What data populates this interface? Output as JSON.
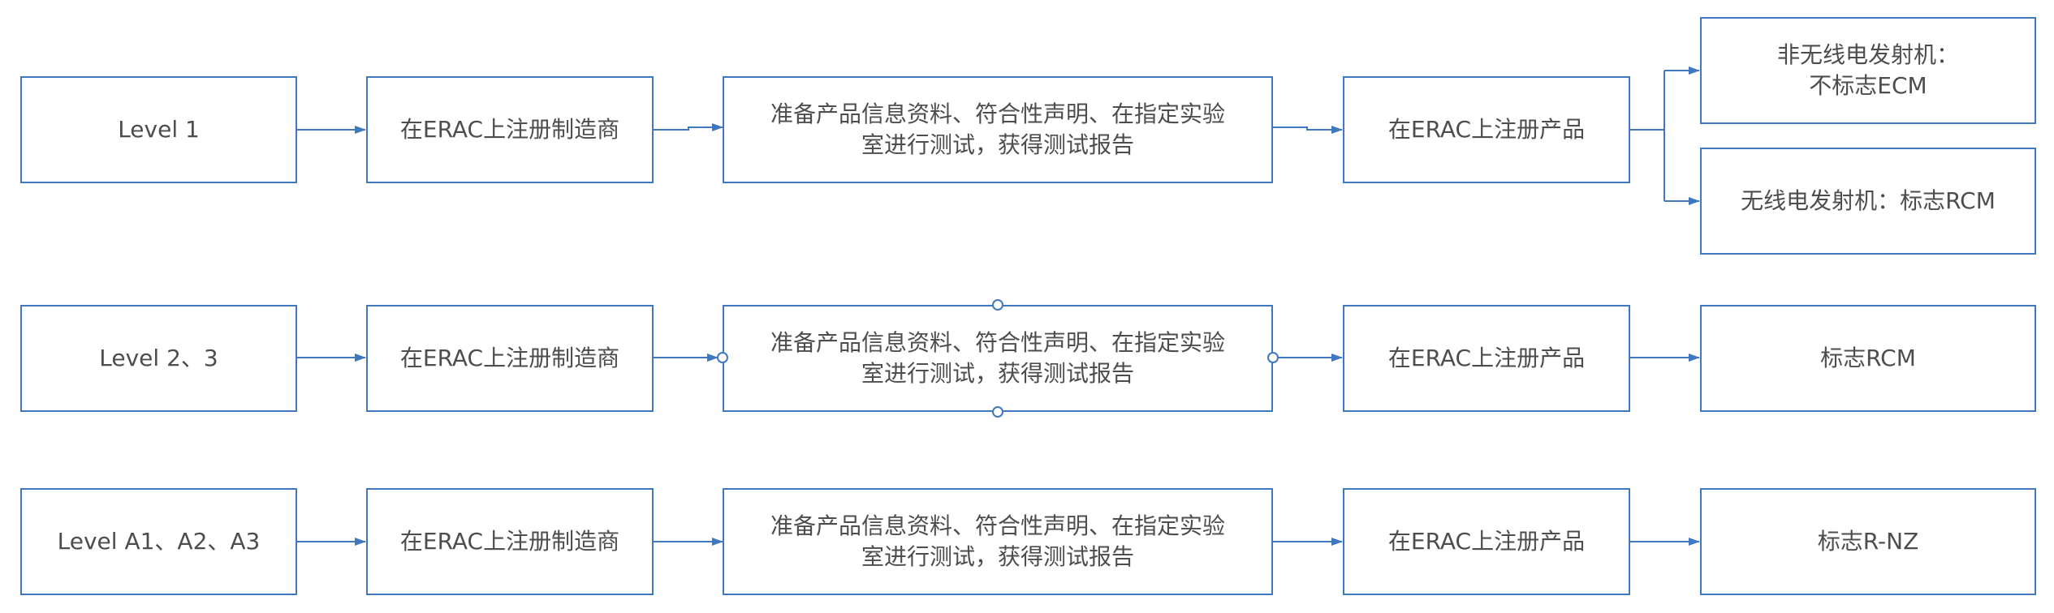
{
  "rows": [
    {
      "level": "Level 1",
      "register_manufacturer": "在ERAC上注册制造商",
      "prepare_and_test": "准备产品信息资料、符合性声明、在指定实验\n室进行测试，获得测试报告",
      "register_product": "在ERAC上注册产品",
      "outcomes": [
        "非无线电发射机：\n不标志ECM",
        "无线电发射机：标志RCM"
      ]
    },
    {
      "level": "Level 2、3",
      "register_manufacturer": "在ERAC上注册制造商",
      "prepare_and_test": "准备产品信息资料、符合性声明、在指定实验\n室进行测试，获得测试报告",
      "register_product": "在ERAC上注册产品",
      "outcomes": [
        "标志RCM"
      ]
    },
    {
      "level": "Level A1、A2、A3",
      "register_manufacturer": "在ERAC上注册制造商",
      "prepare_and_test": "准备产品信息资料、符合性声明、在指定实验\n室进行测试，获得测试报告",
      "register_product": "在ERAC上注册产品",
      "outcomes": [
        "标志R-NZ"
      ]
    }
  ],
  "colors": {
    "stroke": "#3f78be",
    "text": "#4d4d4d"
  }
}
